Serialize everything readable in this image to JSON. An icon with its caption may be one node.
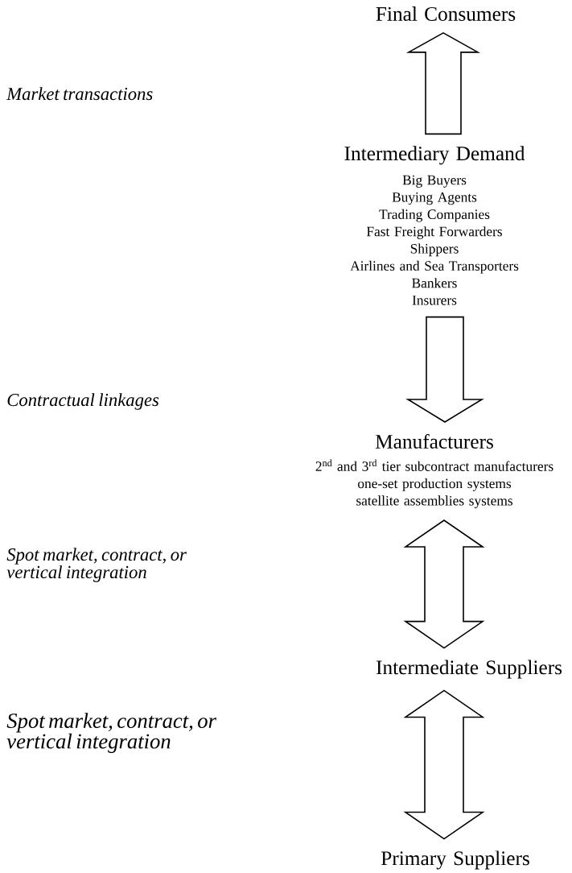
{
  "diagram": {
    "nodes": [
      {
        "text": [
          "Final Consumers"
        ]
      },
      {
        "text": [
          "Intermediary Demand",
          "Big Buyers",
          "Buying Agents",
          "Trading Companies",
          "Fast Freight Forwarders",
          "Shippers",
          "Airlines and Sea Transporters",
          "Bankers",
          "Insurers"
        ]
      },
      {
        "text": [
          "Manufacturers",
          "2$^{nd}$ and 3$^{rd}$ tier subcontract manufacturers",
          "one-set production systems",
          "satellite assemblies systems"
        ]
      },
      {
        "text": [
          "Intermediate Suppliers"
        ]
      },
      {
        "text": [
          "Primary Suppliers"
        ]
      }
    ],
    "edges": [
      {
        "from": 1,
        "to": 0,
        "arrow": "to"
      },
      {
        "from": 1,
        "to": 2,
        "arrow": "to"
      },
      {
        "from": 3,
        "to": 2,
        "arrow": "both"
      },
      {
        "from": 4,
        "to": 3,
        "arrow": "both"
      }
    ],
    "labels": [
      "Market transactions",
      "Contractual linkages",
      "Spot market, contract, or vertical integration",
      "Spot market, contract, or vertical integration"
    ]
  }
}
